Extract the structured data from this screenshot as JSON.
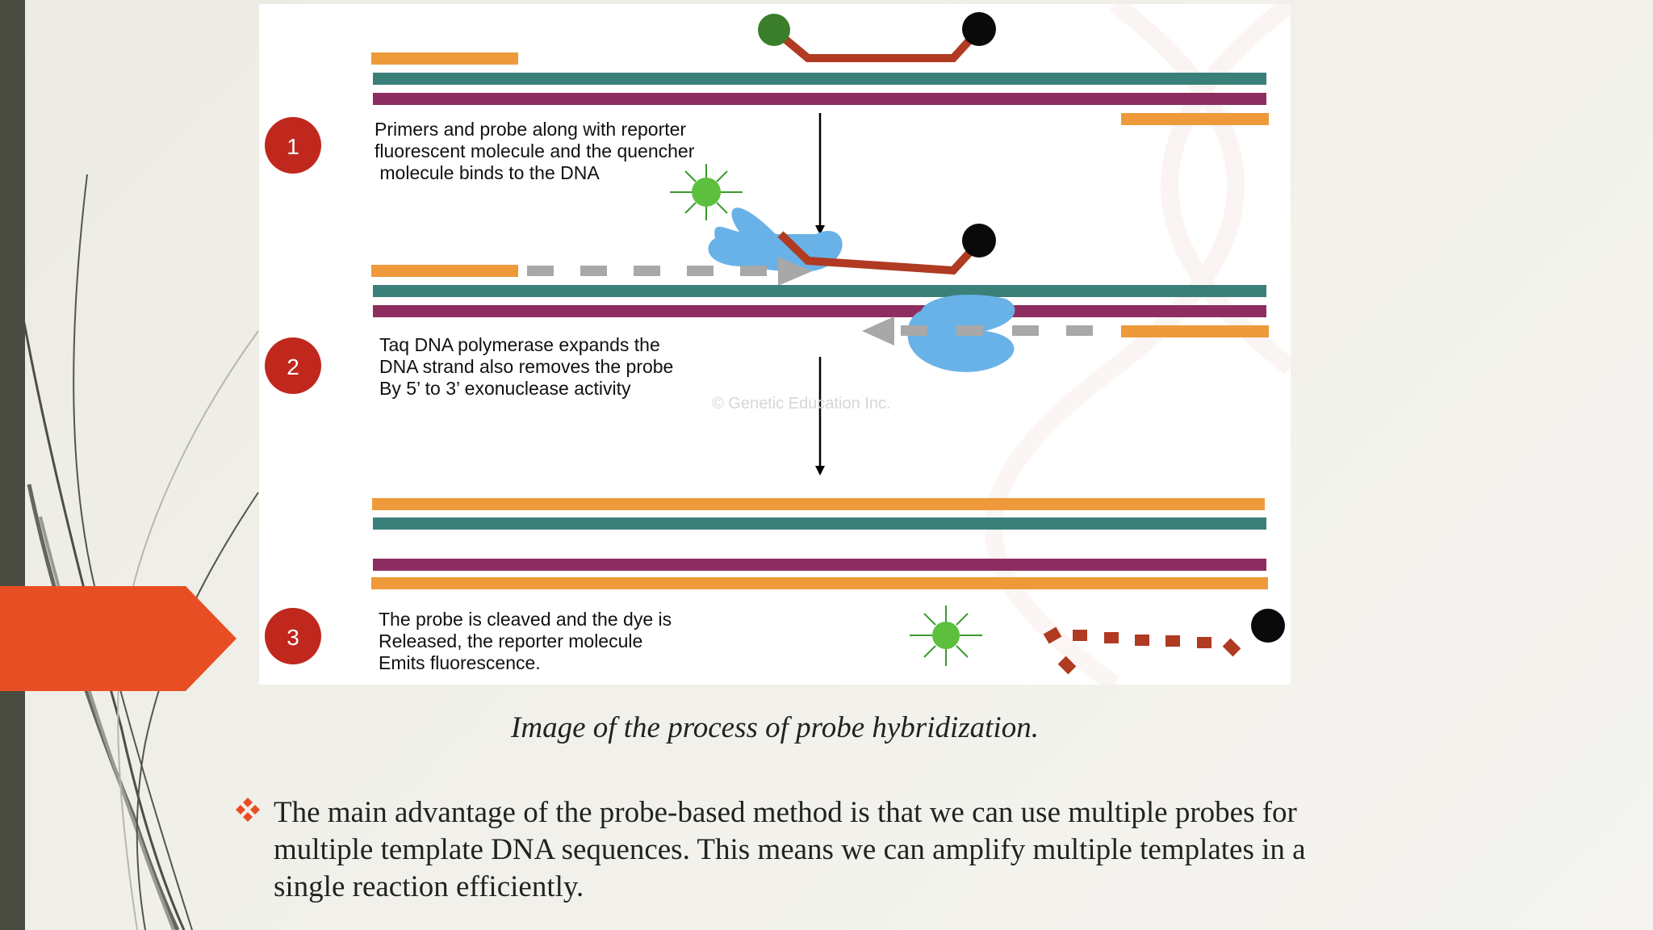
{
  "figure": {
    "steps": [
      {
        "number": "1",
        "lines": [
          "Primers and probe along with reporter",
          "fluorescent molecule and the quencher",
          " molecule binds to the DNA"
        ]
      },
      {
        "number": "2",
        "lines": [
          "Taq DNA polymerase expands the",
          "DNA strand also removes the probe",
          "By 5’ to 3’ exonuclease activity"
        ]
      },
      {
        "number": "3",
        "lines": [
          "The probe is cleaved and the dye is",
          "Released, the reporter molecule",
          "Emits fluorescence."
        ]
      }
    ],
    "watermark": "© Genetic Education Inc.",
    "colors": {
      "primer": "#ee9a3a",
      "strand_teal": "#3b7f79",
      "strand_purple": "#8e2d5f",
      "probe": "#b03a22",
      "reporter": "#3a9a2e",
      "quencher": "#0a0a0a",
      "polymerase": "#68b2e8",
      "step_circle": "#c0281e",
      "accent": "#e84e23"
    },
    "icons": [
      "reporter-dye-icon",
      "quencher-icon",
      "polymerase-icon",
      "fluorescence-burst-icon"
    ]
  },
  "caption": "Image of the process of probe hybridization.",
  "bullet": {
    "icon": "diamond-cluster-icon",
    "text": "The main advantage of the probe-based method is that we can use multiple probes for multiple template DNA sequences. This means we can amplify multiple templates in a single reaction efficiently."
  }
}
